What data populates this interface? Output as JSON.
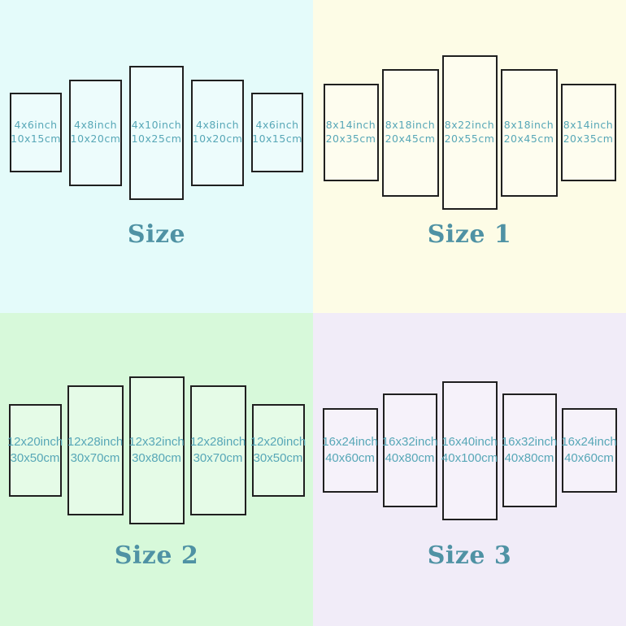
{
  "colors": {
    "panel_text": "#57a7b7",
    "label_text": "#4f92a4",
    "panel_border": "#1f1f1f",
    "bg_size": "#e4fbfa",
    "bg_size1": "#fdfce6",
    "bg_size2": "#d7f9da",
    "bg_size3": "#f1ecf8"
  },
  "quadrants": [
    {
      "label": "Size",
      "bg": "#e4fbfa",
      "panels": [
        {
          "inch": "4x6inch",
          "cm": "10x15cm"
        },
        {
          "inch": "4x8inch",
          "cm": "10x20cm"
        },
        {
          "inch": "4x10inch",
          "cm": "10x25cm"
        },
        {
          "inch": "4x8inch",
          "cm": "10x20cm"
        },
        {
          "inch": "4x6inch",
          "cm": "10x15cm"
        }
      ]
    },
    {
      "label": "Size 1",
      "bg": "#fdfce6",
      "panels": [
        {
          "inch": "8x14inch",
          "cm": "20x35cm"
        },
        {
          "inch": "8x18inch",
          "cm": "20x45cm"
        },
        {
          "inch": "8x22inch",
          "cm": "20x55cm"
        },
        {
          "inch": "8x18inch",
          "cm": "20x45cm"
        },
        {
          "inch": "8x14inch",
          "cm": "20x35cm"
        }
      ]
    },
    {
      "label": "Size 2",
      "bg": "#d7f9da",
      "panels": [
        {
          "inch": "12x20inch",
          "cm": "30x50cm"
        },
        {
          "inch": "12x28inch",
          "cm": "30x70cm"
        },
        {
          "inch": "12x32inch",
          "cm": "30x80cm"
        },
        {
          "inch": "12x28inch",
          "cm": "30x70cm"
        },
        {
          "inch": "12x20inch",
          "cm": "30x50cm"
        }
      ]
    },
    {
      "label": "Size 3",
      "bg": "#f1ecf8",
      "panels": [
        {
          "inch": "16x24inch",
          "cm": "40x60cm"
        },
        {
          "inch": "16x32inch",
          "cm": "40x80cm"
        },
        {
          "inch": "16x40inch",
          "cm": "40x100cm"
        },
        {
          "inch": "16x32inch",
          "cm": "40x80cm"
        },
        {
          "inch": "16x24inch",
          "cm": "40x60cm"
        }
      ]
    }
  ]
}
